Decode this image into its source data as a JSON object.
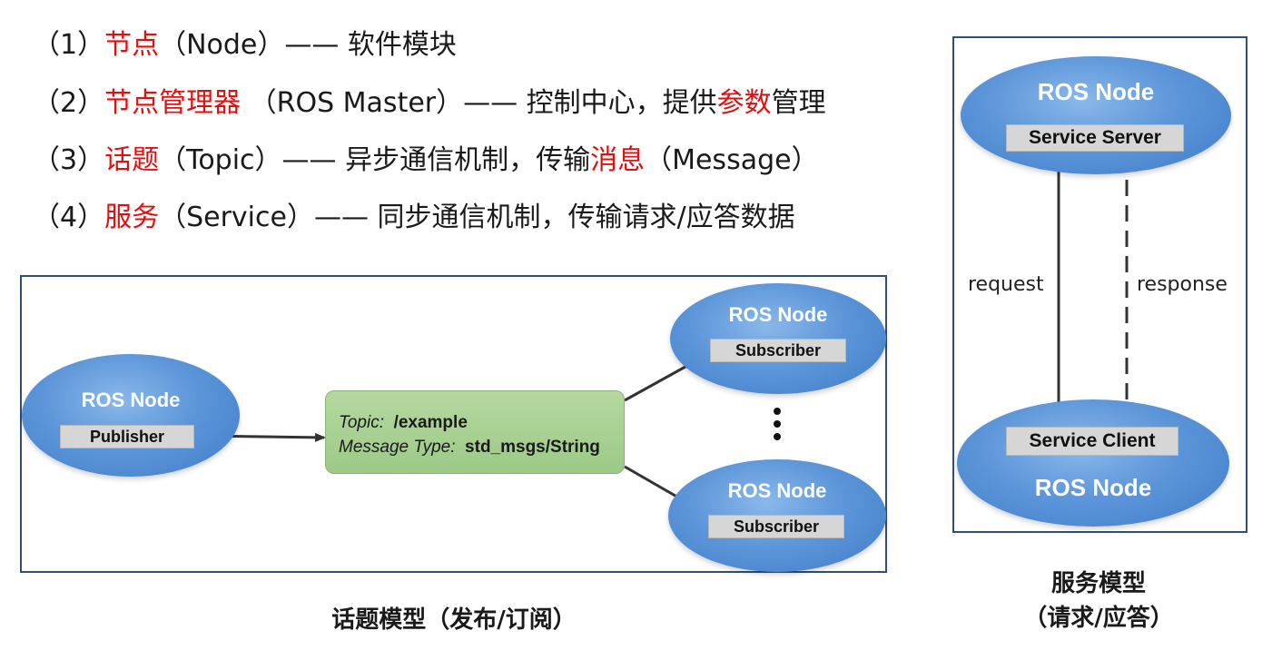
{
  "list": [
    {
      "num": "（1）",
      "hl": "节点",
      "mid": "（Node）—— 软件模块",
      "hl2": "",
      "tail": ""
    },
    {
      "num": "（2）",
      "hl": "节点管理器",
      "mid": " （ROS Master）—— 控制中心，提供",
      "hl2": "参数",
      "tail": "管理"
    },
    {
      "num": "（3）",
      "hl": "话题",
      "mid": "（Topic）—— 异步通信机制，传输",
      "hl2": "消息",
      "tail": "（Message）"
    },
    {
      "num": "（4）",
      "hl": "服务",
      "mid": "（Service）—— 同步通信机制，传输请求/应答数据",
      "hl2": "",
      "tail": ""
    }
  ],
  "topic_diagram": {
    "publisher_node": {
      "title": "ROS Node",
      "box": "Publisher"
    },
    "subscriber_node_1": {
      "title": "ROS Node",
      "box": "Subscriber"
    },
    "subscriber_node_2": {
      "title": "ROS Node",
      "box": "Subscriber"
    },
    "topic_label": "Topic:",
    "topic_value": "/example",
    "msgtype_label": "Message Type:",
    "msgtype_value": "std_msgs/String",
    "caption": "话题模型（发布/订阅）"
  },
  "service_diagram": {
    "server_node": {
      "title": "ROS Node",
      "box": "Service Server"
    },
    "client_node": {
      "title": "ROS Node",
      "box": "Service Client"
    },
    "request_label": "request",
    "response_label": "response",
    "caption_line1": "服务模型",
    "caption_line2": "（请求/应答）"
  },
  "colors": {
    "highlight": "#e01010",
    "node_blue": "#4f88d0",
    "topic_green": "#a6cf90",
    "frame": "#2f4f7a"
  }
}
